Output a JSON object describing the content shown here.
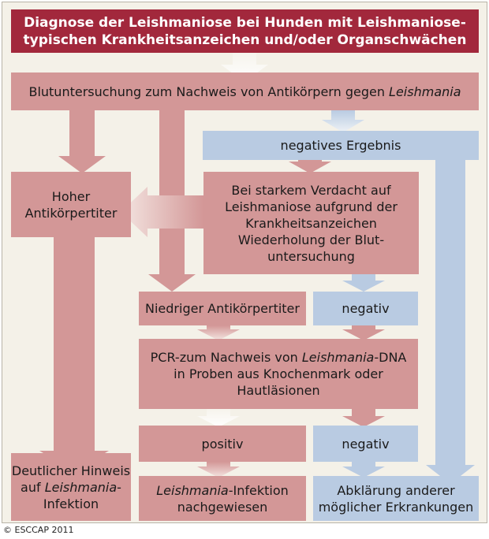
{
  "title": {
    "line1": "Diagnose der Leishmaniose bei Hunden mit Leishmaniose-",
    "line2": "typischen Krankheitsanzeichen und/oder Organschwächen"
  },
  "blood_test": {
    "text": "Blutuntersuchung zum Nachweis von Antikörpern gegen ",
    "italic": "Leishmania"
  },
  "negative_result": "negatives Ergebnis",
  "high_titer": [
    "Hoher",
    "Antikörpertiter"
  ],
  "suspicion": [
    "Bei starkem Verdacht auf",
    "Leishmaniose aufgrund der",
    "Krankheitsanzeichen",
    "Wiederholung der Blut-",
    "untersuchung"
  ],
  "low_titer": "Niedriger Antikörpertiter",
  "negativ_1": "negativ",
  "pcr": {
    "line1_pre": "PCR-zum Nachweis von ",
    "line1_italic": "Leishmania",
    "line1_post": "-DNA",
    "line2": "in Proben aus Knochenmark oder",
    "line3": "Hautläsionen"
  },
  "positiv": "positiv",
  "negativ_2": "negativ",
  "clear_sign": {
    "line1": "Deutlicher Hinweis",
    "line2_pre": "auf ",
    "line2_italic": "Leishmania",
    "line2_post": "-",
    "line3": "Infektion"
  },
  "confirmed": {
    "line1_italic": "Leishmania",
    "line1_post": "-Infektion",
    "line2": "nachgewiesen"
  },
  "other_diseases": [
    "Abklärung anderer",
    "möglicher Erkrankungen"
  ],
  "copyright": "© ESCCAP 2011",
  "colors": {
    "title_bg": "#a2283c",
    "red_box": "#d39797",
    "blue_box": "#b9cbe2",
    "background": "#f4f1e8"
  }
}
